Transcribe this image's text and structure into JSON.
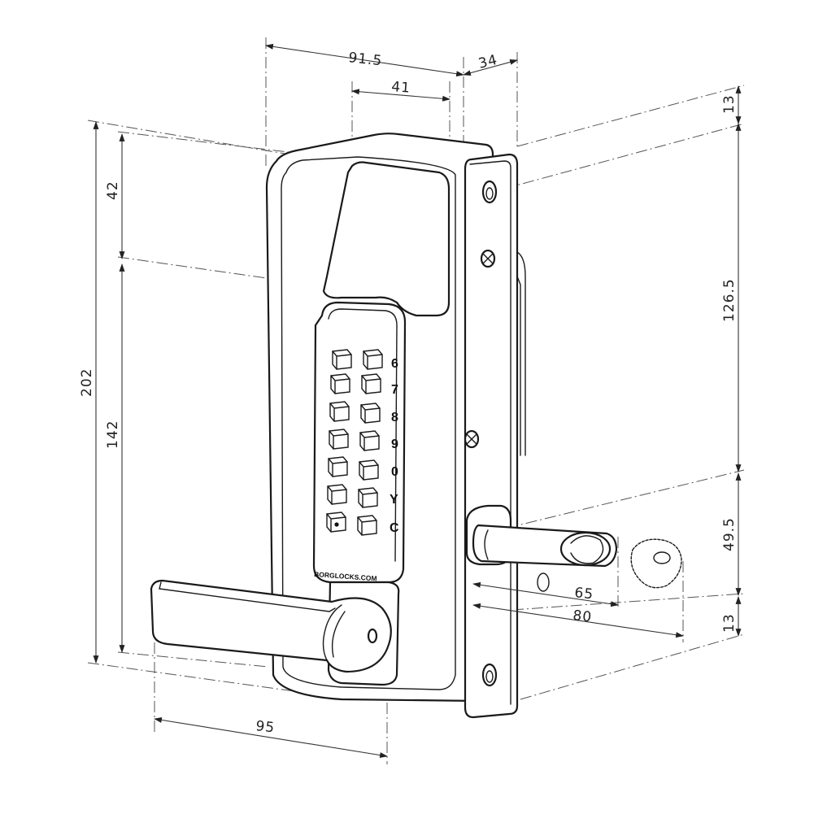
{
  "dimensions": {
    "depth_total": "91.5",
    "keypad_width": "41",
    "plate_depth": "34",
    "top_offset": "13",
    "upper_section": "42",
    "total_height": "202",
    "lower_section": "142",
    "plate_hole_spacing": "126.5",
    "bolt_height": "49.5",
    "bottom_offset": "13",
    "bolt_throw": "65",
    "bolt_length": "80",
    "lever_length": "95"
  },
  "keypad": {
    "labels": [
      "6",
      "7",
      "8",
      "9",
      "0",
      "Y",
      "C"
    ]
  },
  "brand": "BORGLOCKS.COM"
}
